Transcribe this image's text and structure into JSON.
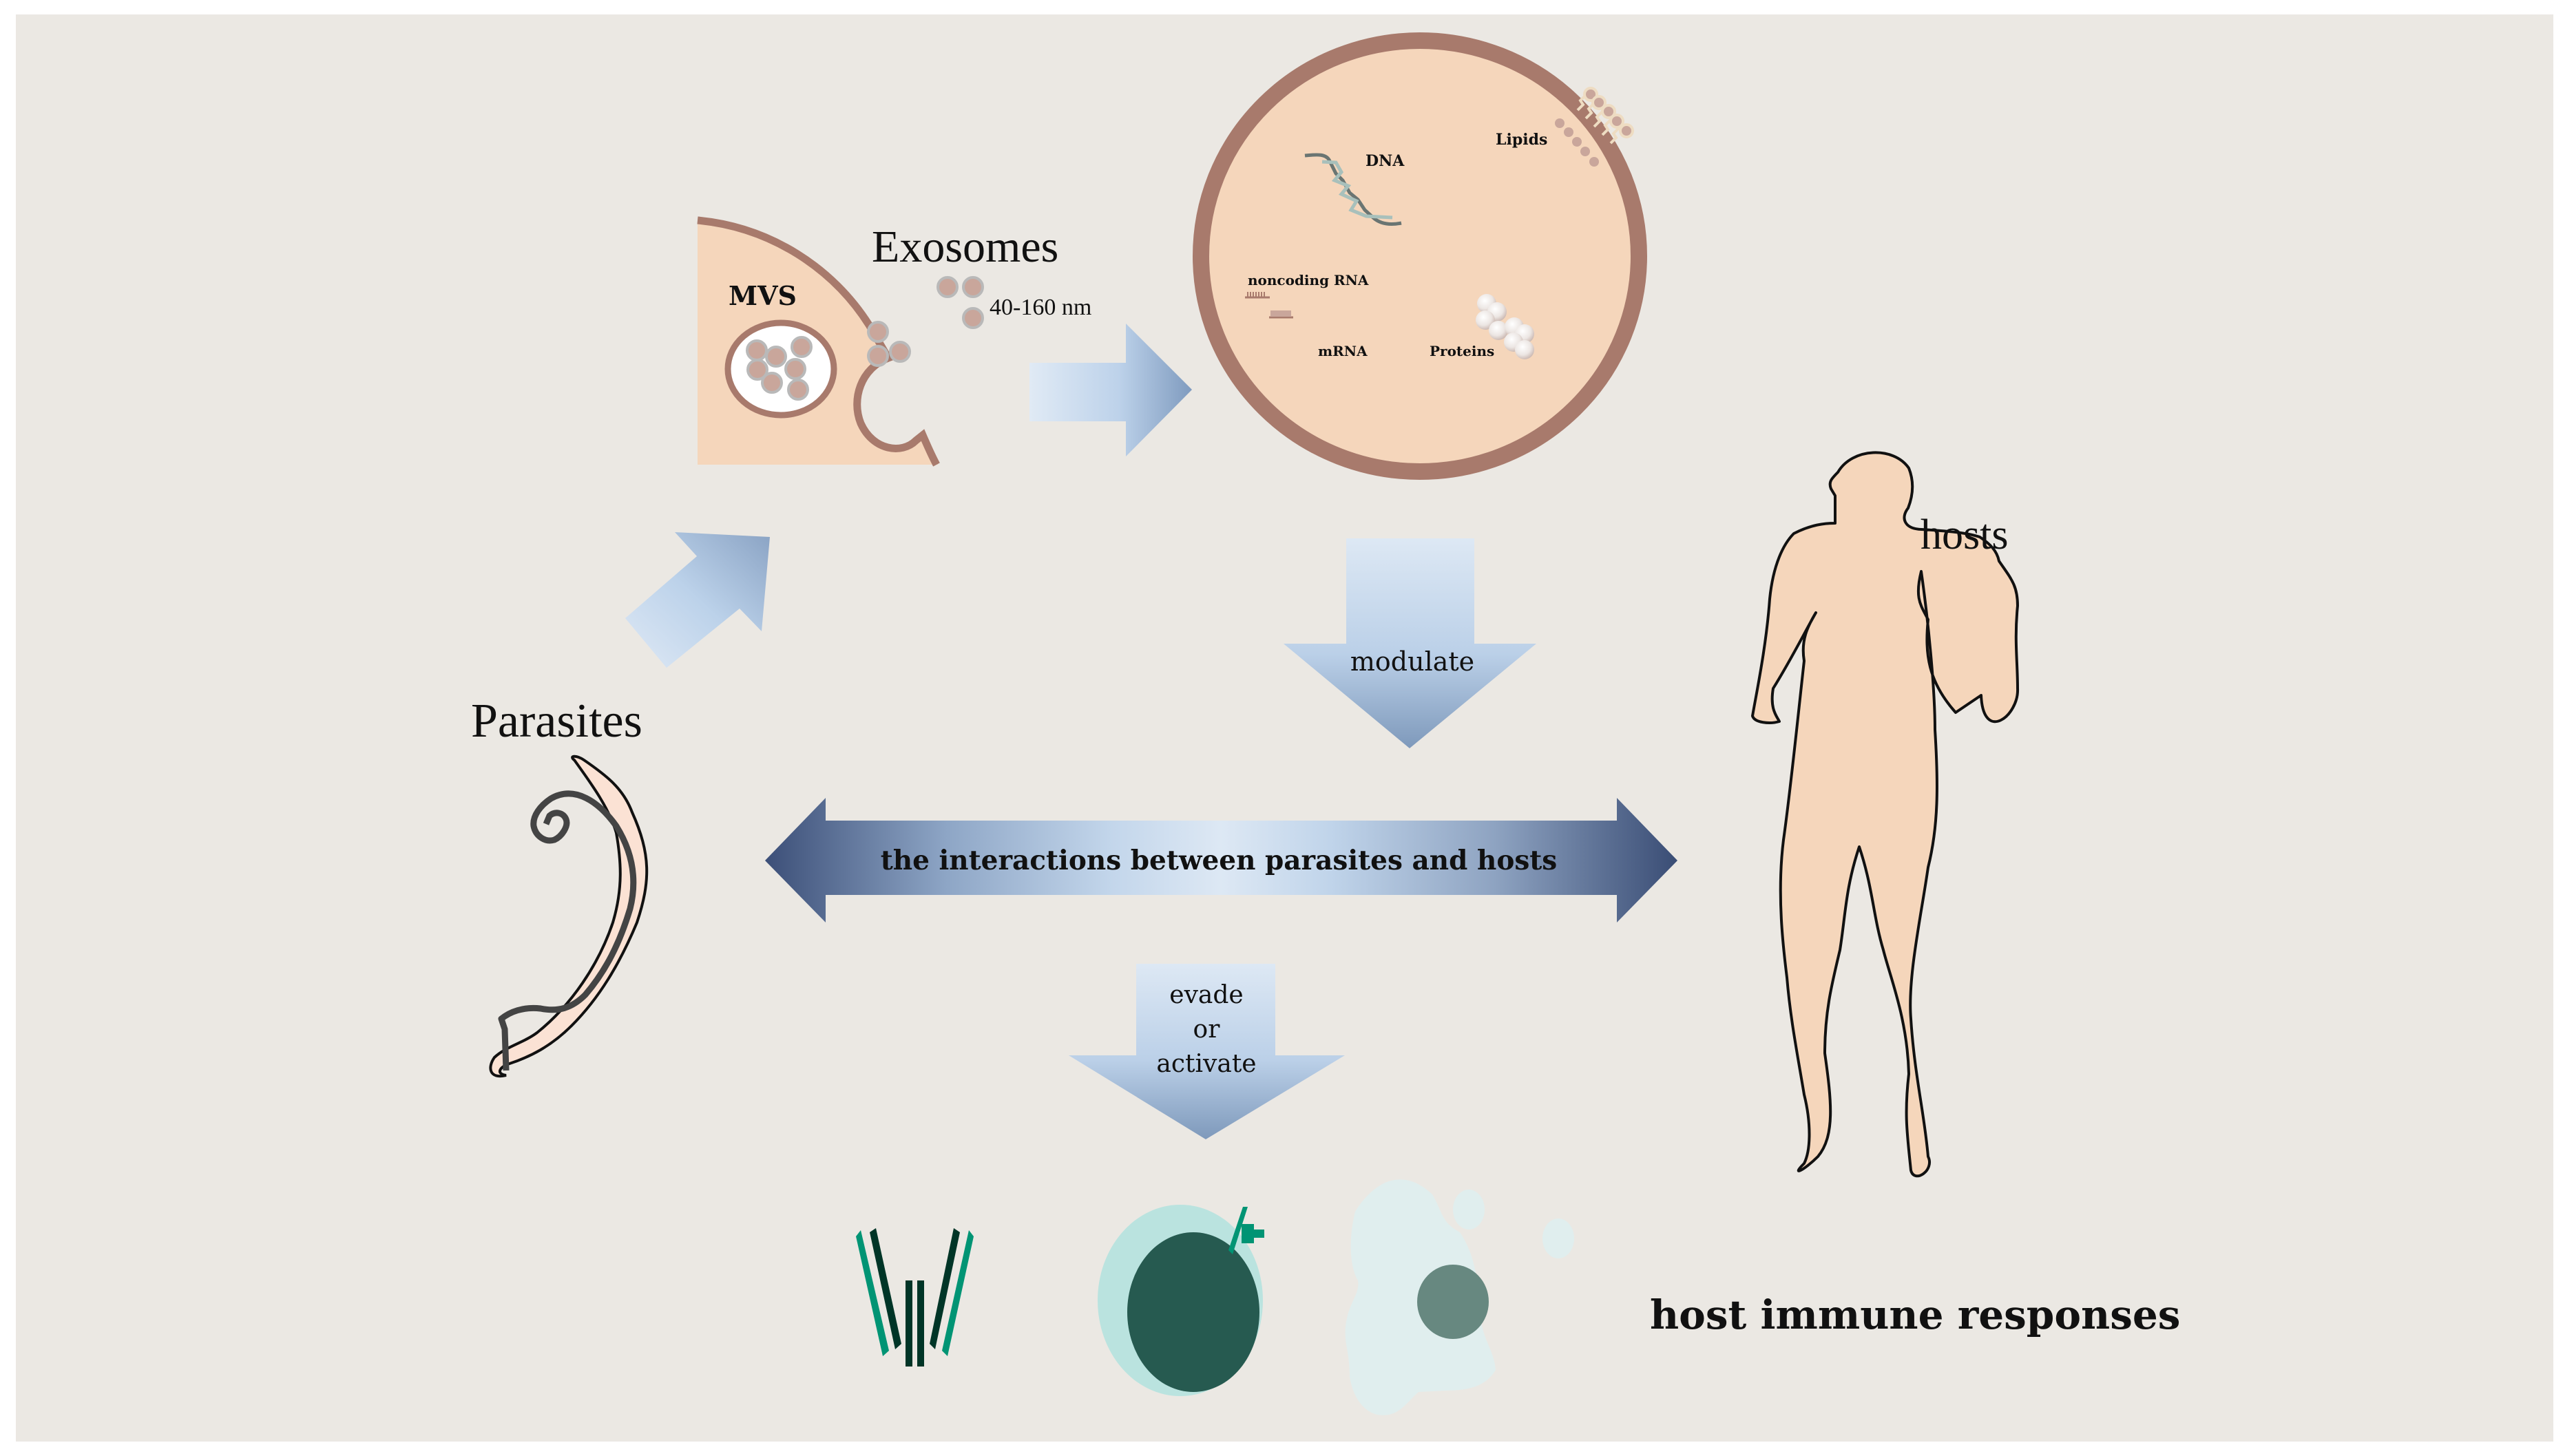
{
  "figure": {
    "labels": {
      "exosomes": "Exosomes",
      "size_range": "40-160 nm",
      "mvs": "MVS",
      "parasites": "Parasites",
      "hosts": "hosts",
      "modulate": "modulate",
      "interactions": "the interactions between parasites and hosts",
      "evade_line1": "evade",
      "evade_line2": "or",
      "evade_line3": "activate",
      "immune_responses": "host immune responses"
    },
    "exosome_contents": {
      "dna": "DNA",
      "lipids": "Lipids",
      "noncoding_rna": "noncoding RNA",
      "mrna": "mRNA",
      "proteins": "Proteins"
    },
    "icons": {
      "parasite": "worm-icon",
      "host": "human-figure-icon",
      "antibody": "antibody-icon",
      "b_cell": "b-cell-icon",
      "macrophage": "macrophage-icon",
      "cell": "mvs-cell-icon",
      "exosome": "exosome-icon"
    },
    "colors": {
      "background": "#ebe8e3",
      "membrane": "#a87a6c",
      "cytoplasm": "#f5d6bb",
      "arrow_light": "#dce8f4",
      "arrow_mid": "#bcd3ea",
      "arrow_dark": "#3d5076",
      "antibody_dark": "#003527",
      "antibody_teal": "#009474",
      "b_cell_outer": "#bae3df",
      "b_cell_nucleus": "#265a50",
      "macrophage_body": "#e0eeee",
      "macrophage_nucleus": "#678880"
    }
  }
}
